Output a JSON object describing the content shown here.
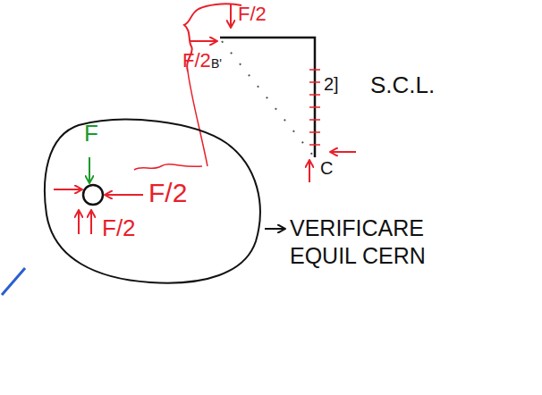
{
  "diagram": {
    "nodes": [
      {
        "text": [
          "F",
          "F/2",
          "F/2"
        ]
      }
    ],
    "labels": [
      "F/2",
      "F/2",
      "B'",
      "2]",
      "S.C.L.",
      "C",
      "VERIFICARE EQUIL CERN"
    ]
  }
}
